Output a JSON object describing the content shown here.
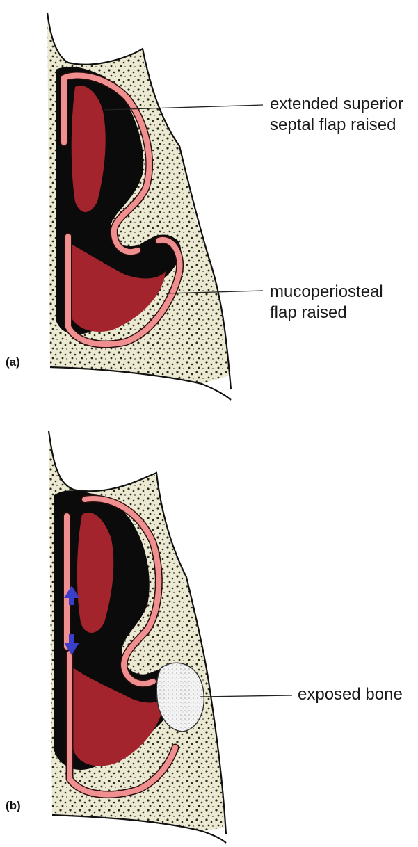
{
  "panel_a": {
    "letter": "(a)",
    "labels": {
      "superior_flap": [
        "extended superior",
        "septal flap raised"
      ],
      "mucoperiosteal_flap": [
        "mucoperiosteal",
        "flap raised"
      ]
    }
  },
  "panel_b": {
    "letter": "(b)",
    "labels": {
      "exposed_bone": [
        "exposed bone"
      ]
    }
  },
  "colors": {
    "cavity": "#0b0b0b",
    "mucosa": "#a3242c",
    "flap": "#f08f90",
    "bone": "#e7e4cb",
    "arrows": "#3a3ec8",
    "exposed_bone": "#f1f1f1"
  }
}
